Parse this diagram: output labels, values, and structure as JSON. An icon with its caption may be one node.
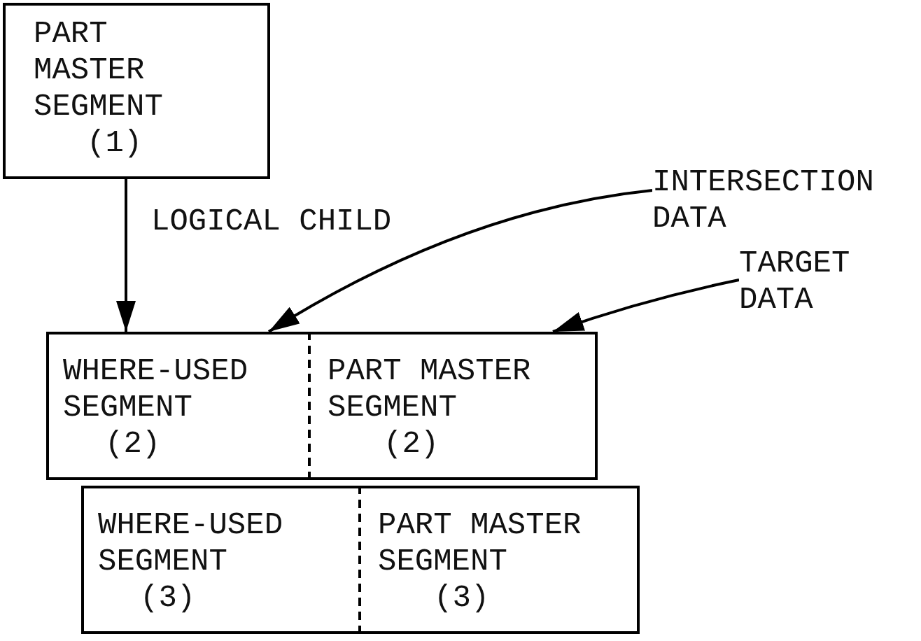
{
  "diagram": {
    "nodes": [
      {
        "text": [
          "PART MASTER SEGMENT",
          "(1)"
        ]
      },
      {
        "text": [],
        "shape": "box"
      },
      {
        "text": [
          "WHERE-USED SEGMENT",
          "(2)"
        ],
        "in": 1
      },
      {
        "text": [
          "PART MASTER SEGMENT",
          "(2)"
        ],
        "in": 1
      },
      {
        "text": [],
        "shape": "box"
      },
      {
        "text": [
          "WHERE-USED SEGMENT",
          "(3)"
        ],
        "in": 4
      },
      {
        "text": [
          "PART MASTER SEGMENT",
          "(3)"
        ],
        "in": 4
      },
      {
        "text": [
          "INTERSECTION DATA"
        ]
      },
      {
        "text": [
          "TARGET DATA"
        ]
      }
    ],
    "edges": [
      {
        "from": 0,
        "to": 2,
        "arrow": "to",
        "label": "LOGICAL CHILD"
      },
      {
        "from": 7,
        "to": 2,
        "arrow": "to"
      },
      {
        "from": 8,
        "to": 3,
        "arrow": "to"
      }
    ]
  }
}
